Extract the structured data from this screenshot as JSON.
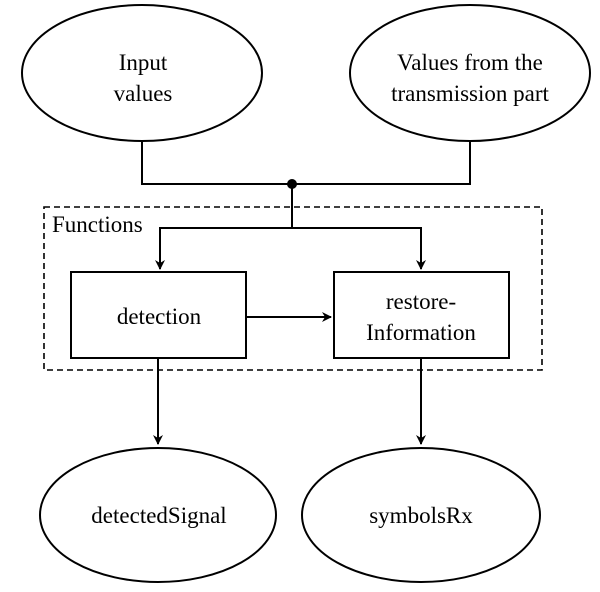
{
  "diagram": {
    "nodes": {
      "input_values": {
        "line1": "Input",
        "line2": "values"
      },
      "transmission_values": {
        "line1": "Values from the",
        "line2": "transmission part"
      },
      "detection": {
        "label": "detection"
      },
      "restore_information": {
        "line1": "restore-",
        "line2": "Information"
      },
      "detected_signal": {
        "label": "detectedSignal"
      },
      "symbols_rx": {
        "label": "symbolsRx"
      }
    },
    "group": {
      "label": "Functions"
    },
    "edges": [
      {
        "from": "input_values",
        "to": "junction"
      },
      {
        "from": "transmission_values",
        "to": "junction"
      },
      {
        "from": "junction",
        "to": "detection"
      },
      {
        "from": "junction",
        "to": "restore_information"
      },
      {
        "from": "detection",
        "to": "restore_information"
      },
      {
        "from": "detection",
        "to": "detected_signal"
      },
      {
        "from": "restore_information",
        "to": "symbols_rx"
      }
    ]
  }
}
